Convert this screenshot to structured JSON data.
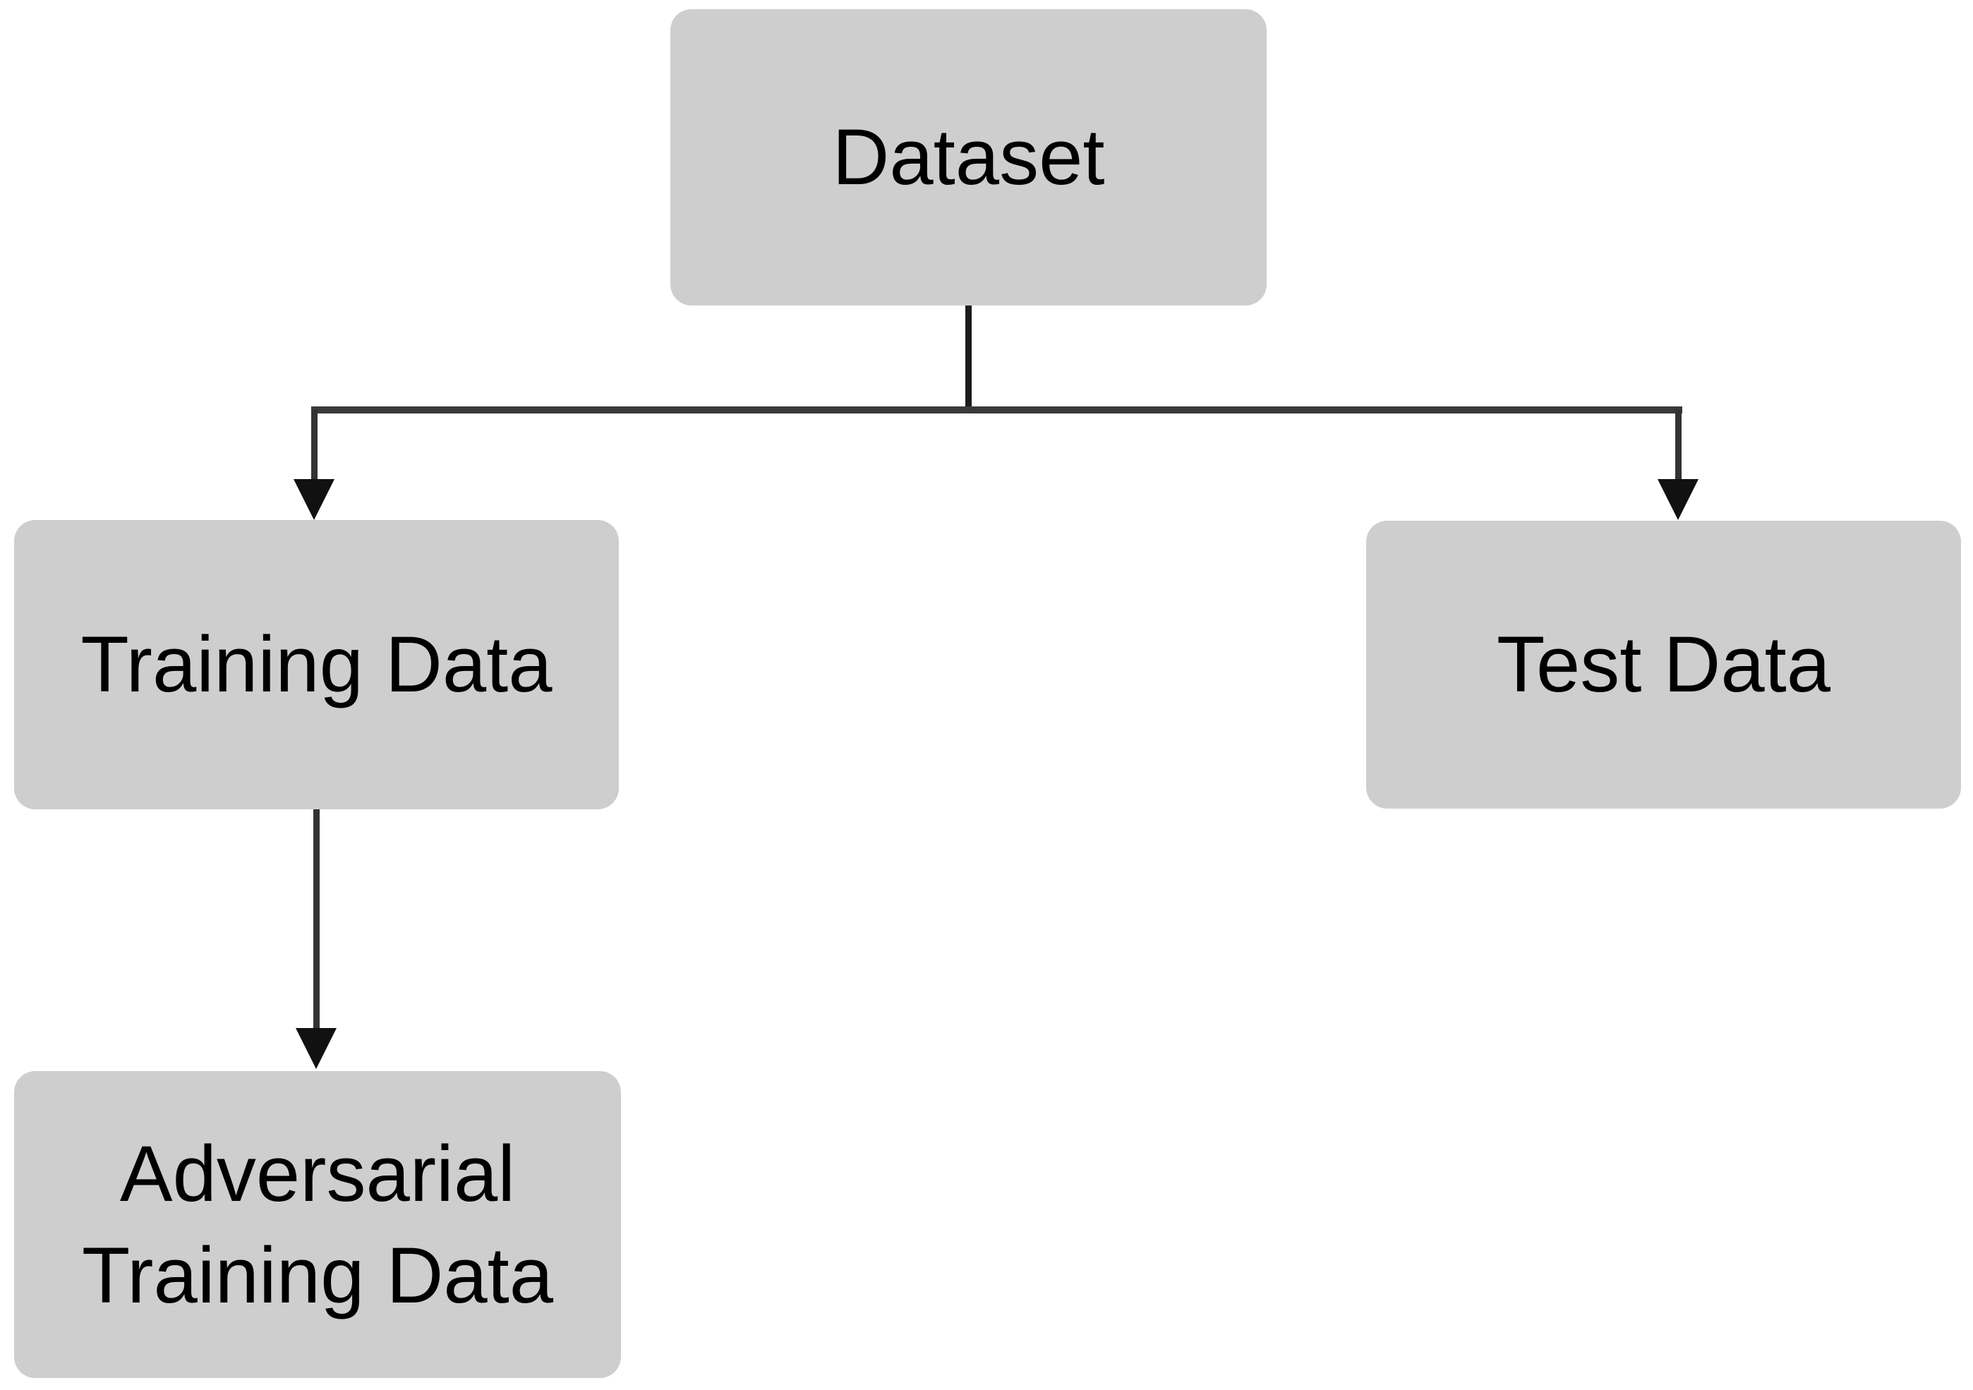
{
  "diagram": {
    "type": "flowchart",
    "background_color": "#ffffff",
    "node_fill_color": "#cecece",
    "node_text_color": "#000000",
    "line_color": "#3a3a3a",
    "arrowhead_color": "#111111",
    "nodes": [
      {
        "id": "dataset",
        "label": "Dataset"
      },
      {
        "id": "training-data",
        "label": "Training Data"
      },
      {
        "id": "test-data",
        "label": "Test Data"
      },
      {
        "id": "adversarial-training-data",
        "label": "Adversarial Training Data"
      }
    ],
    "edges": [
      {
        "from": "dataset",
        "to": "training-data",
        "arrow": true
      },
      {
        "from": "dataset",
        "to": "test-data",
        "arrow": true
      },
      {
        "from": "training-data",
        "to": "adversarial-training-data",
        "arrow": true
      }
    ]
  }
}
